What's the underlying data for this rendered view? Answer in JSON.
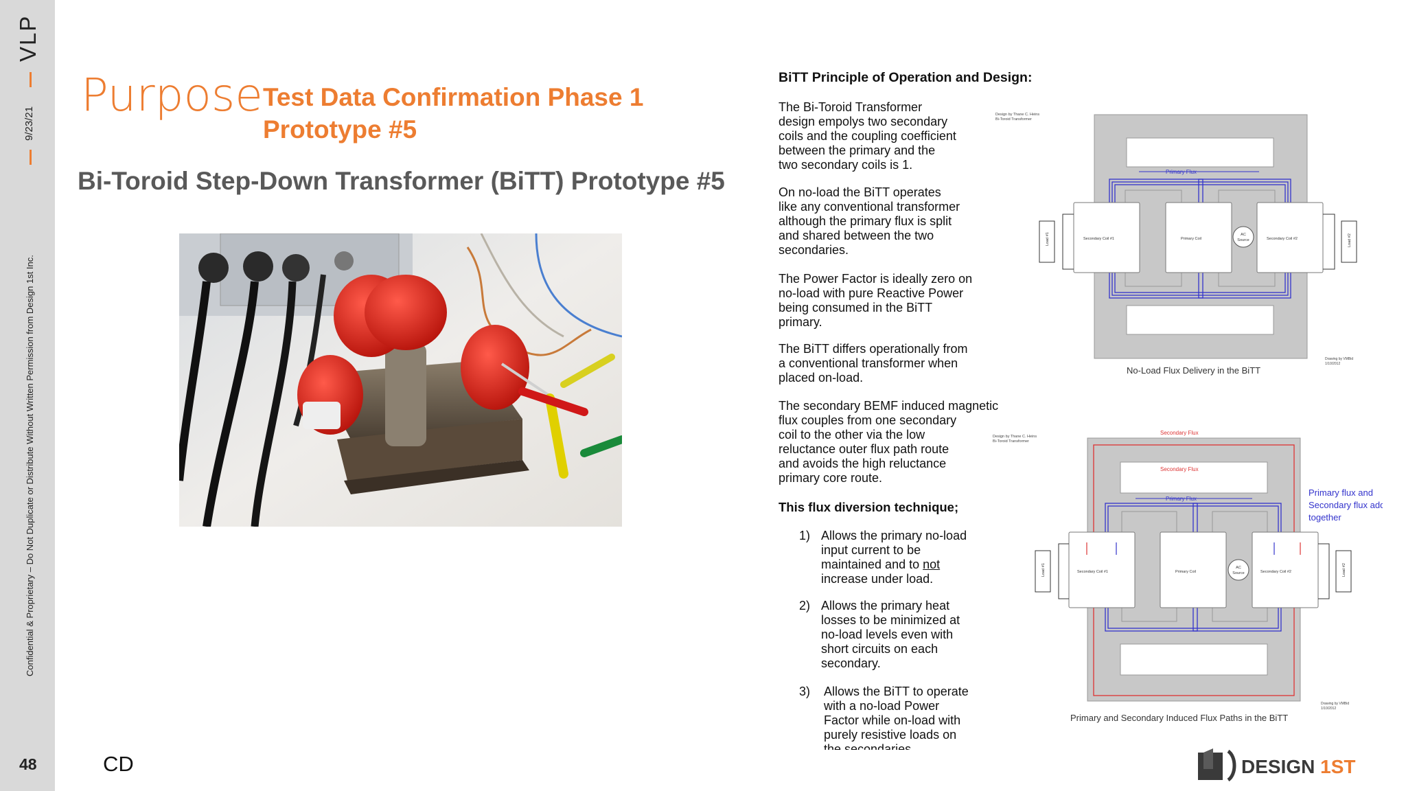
{
  "sidebar": {
    "brand": "VLP",
    "date": "9/23/21",
    "confidential": "Confidential & Proprietary – Do Not Duplicate or Distribute Without Written Permission from Design 1st Inc.",
    "page_number": "48"
  },
  "footer": {
    "initials": "CD",
    "logo_text_a": "DESIGN ",
    "logo_text_b": "1ST"
  },
  "slide": {
    "purpose_label": "Purpose",
    "headline_line1": "Test Data Confirmation Phase 1",
    "headline_line2": "Prototype #5",
    "subtitle": "Bi-Toroid Step-Down Transformer (BiTT) Prototype #5"
  },
  "doc": {
    "heading": "BiTT Principle of Operation and Design:",
    "paragraphs": [
      [
        "The Bi-Toroid Transformer",
        "design empolys two secondary",
        "coils and the coupling coefficient",
        "between the primary and the",
        "two secondary coils is 1."
      ],
      [
        "On no-load the BiTT operates",
        "like any conventional transformer",
        "although the primary flux is split",
        "and shared between the two",
        "secondaries."
      ],
      [
        "The Power Factor is ideally zero on",
        "no-load with pure Reactive Power",
        "being consumed in the BiTT",
        "primary."
      ],
      [
        "The BiTT differs operationally from",
        "a conventional transformer when",
        "placed on-load."
      ],
      [
        "The secondary BEMF induced magnetic",
        "flux couples from one secondary",
        "coil to the other via the low",
        "reluctance outer flux path route",
        "and avoids the high reluctance",
        "primary core route."
      ]
    ],
    "technique_heading": "This flux diversion technique;",
    "items": [
      {
        "num": "1)",
        "l1": "Allows the primary no-load",
        "l2": "input current to be",
        "l3a": "maintained and to ",
        "l3b": "not",
        "l4": "increase under load."
      },
      {
        "num": "2)",
        "lines": [
          "Allows the primary heat",
          "losses to be minimized at",
          "no-load levels even with",
          "short circuits on each",
          "secondary."
        ]
      },
      {
        "num": "3)",
        "lines": [
          "Allows the BiTT to operate",
          "with a no-load Power",
          "Factor while on-load with",
          "purely resistive loads on",
          "the secondaries"
        ]
      }
    ],
    "diagram1": {
      "credit": [
        "Design by Thane C. Heins",
        "Bi-Toroid Transformer"
      ],
      "flux_label": "Primary Flux",
      "secondary1": "Secondary Coil #1",
      "primary": "Primary Coil",
      "ac_source": [
        "AC",
        "Source"
      ],
      "secondary2": "Secondary Coil #2",
      "load1": "Load #1",
      "load2": "Load #2",
      "drawing_credit": [
        "Drawing by VMBid",
        "1/10/2012"
      ],
      "caption": "No-Load Flux Delivery in the BiTT"
    },
    "diagram2": {
      "credit": [
        "Design by Thane C. Heins",
        "Bi-Toroid Transformer"
      ],
      "secondary_flux_outer": "Secondary Flux",
      "secondary_flux_inner": "Secondary Flux",
      "primary_flux": "Primary Flux",
      "secondary1": "Secondary Coil #1",
      "primary": "Primary Coil",
      "ac_source": [
        "AC",
        "Source"
      ],
      "secondary2": "Secondary Coil #2",
      "load1": "Load #1",
      "load2": "Load #2",
      "note": [
        "Primary flux and",
        "Secondary flux add",
        "together"
      ],
      "drawing_credit": [
        "Drawing by VMBid",
        "1/10/2012"
      ],
      "caption": "Primary and Secondary Induced Flux Paths in the BiTT"
    }
  },
  "colors": {
    "accent": "#ed7d31",
    "sidebar": "#d9d9d9",
    "subtitle": "#595959",
    "flux_blue": "#3333cc",
    "flux_red": "#dd3333"
  }
}
